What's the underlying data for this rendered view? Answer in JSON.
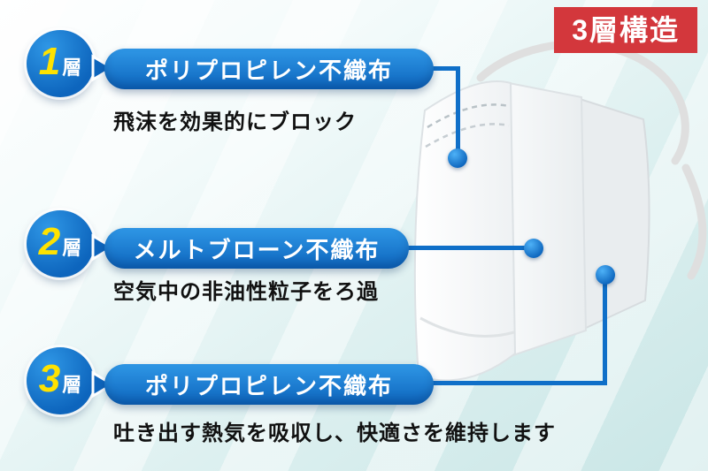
{
  "badge": {
    "label": "3層構造"
  },
  "layers": [
    {
      "num": "1",
      "unit": "層",
      "title": "ポリプロピレン不織布",
      "desc": "飛沫を効果的にブロック"
    },
    {
      "num": "2",
      "unit": "層",
      "title": "メルトブローン不織布",
      "desc": "空気中の非油性粒子をろ過"
    },
    {
      "num": "3",
      "unit": "層",
      "title": "ポリプロピレン不織布",
      "desc": "吐き出す熱気を吸収し、快適さを維持します"
    }
  ],
  "colors": {
    "pill_blue": "#0d65bd",
    "pill_blue_light": "#2f97e6",
    "number_yellow": "#ffe200",
    "badge_red": "#d3373c",
    "connector_blue": "#0f6fc8",
    "text_black": "#111111"
  }
}
